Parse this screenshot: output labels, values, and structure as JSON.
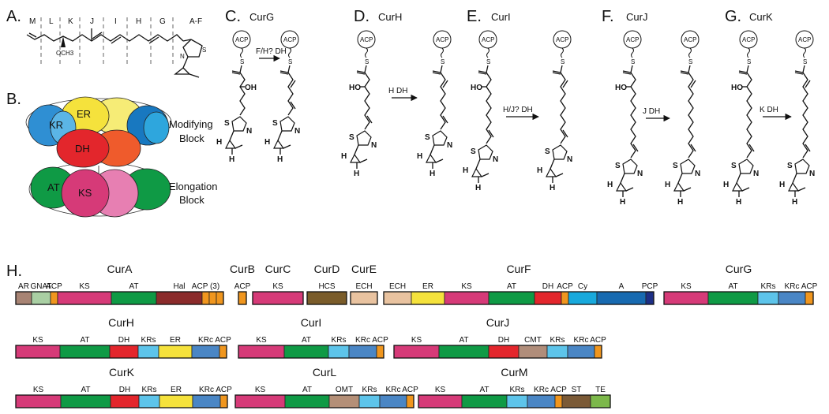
{
  "panel_a": {
    "letter": "A.",
    "module_labels": [
      "M",
      "L",
      "K",
      "J",
      "I",
      "H",
      "G",
      "A-F"
    ],
    "methoxy_label": "OCH3",
    "atoms": {
      "n": "N",
      "s": "S"
    }
  },
  "panel_b": {
    "letter": "B.",
    "domains": {
      "kr": "KR",
      "er": "ER",
      "dh": "DH",
      "at": "AT",
      "ks": "KS"
    },
    "modifying_block": [
      "Modifying",
      "Block"
    ],
    "elongation_block": [
      "Elongation",
      "Block"
    ]
  },
  "reactions": [
    {
      "letter": "C.",
      "title": "CurG",
      "arrow": "F/H? DH",
      "ho": "OH"
    },
    {
      "letter": "D.",
      "title": "CurH",
      "arrow": "H DH",
      "ho": "HO"
    },
    {
      "letter": "E.",
      "title": "CurI",
      "arrow": "H/J? DH",
      "ho": "HO"
    },
    {
      "letter": "F.",
      "title": "CurJ",
      "arrow": "J DH",
      "ho": "HO"
    },
    {
      "letter": "G.",
      "title": "CurK",
      "arrow": "K DH",
      "ho": "HO"
    }
  ],
  "chem": {
    "acp": "ACP",
    "s": "S",
    "n": "N",
    "h": "H"
  },
  "panel_h": {
    "letter": "H.",
    "colors": {
      "AR": "#a88474",
      "GNAT": "#a9cfa3",
      "ACP": "#f0961e",
      "KS": "#d63a78",
      "AT": "#0f9a45",
      "Hal": "#8b2b2b",
      "HCS": "#7a5c2a",
      "ECH": "#e9c3a0",
      "ER": "#f5e23c",
      "DH": "#e3262c",
      "Cy": "#18a9dc",
      "A": "#176ab0",
      "PCP": "#1d2f86",
      "KRs": "#5dc4ea",
      "KRc": "#4a86c5",
      "CMT": "#b08d7a",
      "OMT": "#b48f77",
      "ST": "#7b5a36",
      "TE": "#7cb84a"
    },
    "proteins": [
      {
        "name": "CurA",
        "domains": [
          {
            "type": "AR",
            "label": "AR"
          },
          {
            "type": "GNAT",
            "label": "GNAT"
          },
          {
            "type": "ACP",
            "label": "ACP"
          },
          {
            "type": "KS",
            "label": "KS"
          },
          {
            "type": "AT",
            "label": "AT"
          },
          {
            "type": "Hal",
            "label": "Hal"
          },
          {
            "type": "ACP",
            "label": "ACP (3)"
          },
          {
            "type": "ACP",
            "label": ""
          },
          {
            "type": "ACP",
            "label": ""
          }
        ]
      },
      {
        "name": "CurB",
        "domains": [
          {
            "type": "ACP",
            "label": "ACP"
          }
        ]
      },
      {
        "name": "CurC",
        "domains": [
          {
            "type": "KS",
            "label": "KS"
          }
        ]
      },
      {
        "name": "CurD",
        "domains": [
          {
            "type": "HCS",
            "label": "HCS"
          }
        ]
      },
      {
        "name": "CurE",
        "domains": [
          {
            "type": "ECH",
            "label": "ECH"
          }
        ]
      },
      {
        "name": "CurF",
        "domains": [
          {
            "type": "ECH",
            "label": "ECH"
          },
          {
            "type": "ER",
            "label": "ER"
          },
          {
            "type": "KS",
            "label": "KS"
          },
          {
            "type": "AT",
            "label": "AT"
          },
          {
            "type": "DH",
            "label": "DH"
          },
          {
            "type": "ACP",
            "label": "ACP"
          },
          {
            "type": "Cy",
            "label": "Cy"
          },
          {
            "type": "A",
            "label": "A"
          },
          {
            "type": "PCP",
            "label": "PCP"
          }
        ]
      },
      {
        "name": "CurG",
        "domains": [
          {
            "type": "KS",
            "label": "KS"
          },
          {
            "type": "AT",
            "label": "AT"
          },
          {
            "type": "KRs",
            "label": "KRs"
          },
          {
            "type": "KRc",
            "label": "KRc"
          },
          {
            "type": "ACP",
            "label": "ACP"
          }
        ]
      },
      {
        "name": "CurH",
        "domains": [
          {
            "type": "KS",
            "label": "KS"
          },
          {
            "type": "AT",
            "label": "AT"
          },
          {
            "type": "DH",
            "label": "DH"
          },
          {
            "type": "KRs",
            "label": "KRs"
          },
          {
            "type": "ER",
            "label": "ER"
          },
          {
            "type": "KRc",
            "label": "KRc"
          },
          {
            "type": "ACP",
            "label": "ACP"
          }
        ]
      },
      {
        "name": "CurI",
        "domains": [
          {
            "type": "KS",
            "label": "KS"
          },
          {
            "type": "AT",
            "label": "AT"
          },
          {
            "type": "KRs",
            "label": "KRs"
          },
          {
            "type": "KRc",
            "label": "KRc"
          },
          {
            "type": "ACP",
            "label": "ACP"
          }
        ]
      },
      {
        "name": "CurJ",
        "domains": [
          {
            "type": "KS",
            "label": "KS"
          },
          {
            "type": "AT",
            "label": "AT"
          },
          {
            "type": "DH",
            "label": "DH"
          },
          {
            "type": "CMT",
            "label": "CMT"
          },
          {
            "type": "KRs",
            "label": "KRs"
          },
          {
            "type": "KRc",
            "label": "KRc"
          },
          {
            "type": "ACP",
            "label": "ACP"
          }
        ]
      },
      {
        "name": "CurK",
        "domains": [
          {
            "type": "KS",
            "label": "KS"
          },
          {
            "type": "AT",
            "label": "AT"
          },
          {
            "type": "DH",
            "label": "DH"
          },
          {
            "type": "KRs",
            "label": "KRs"
          },
          {
            "type": "ER",
            "label": "ER"
          },
          {
            "type": "KRc",
            "label": "KRc"
          },
          {
            "type": "ACP",
            "label": "ACP"
          }
        ]
      },
      {
        "name": "CurL",
        "domains": [
          {
            "type": "KS",
            "label": "KS"
          },
          {
            "type": "AT",
            "label": "AT"
          },
          {
            "type": "OMT",
            "label": "OMT"
          },
          {
            "type": "KRs",
            "label": "KRs"
          },
          {
            "type": "KRc",
            "label": "KRc"
          },
          {
            "type": "ACP",
            "label": "ACP"
          }
        ]
      },
      {
        "name": "CurM",
        "domains": [
          {
            "type": "KS",
            "label": "KS"
          },
          {
            "type": "AT",
            "label": "AT"
          },
          {
            "type": "KRs",
            "label": "KRs"
          },
          {
            "type": "KRc",
            "label": "KRc"
          },
          {
            "type": "ACP",
            "label": "ACP"
          },
          {
            "type": "ST",
            "label": "ST"
          },
          {
            "type": "TE",
            "label": "TE"
          }
        ]
      }
    ]
  }
}
